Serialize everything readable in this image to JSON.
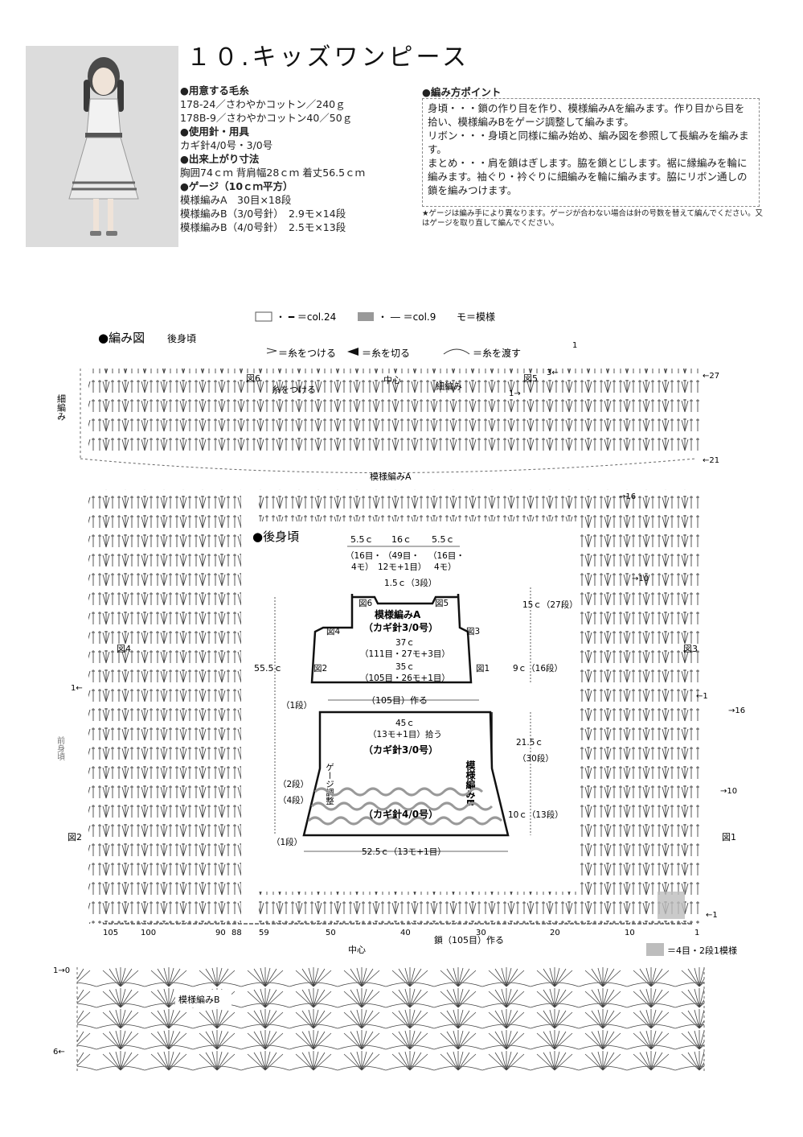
{
  "title": "１０.キッズワンピース",
  "materials": [
    {
      "text": "●用意する毛糸",
      "head": true
    },
    {
      "text": "178-24／さわやかコットン／240ｇ",
      "head": false
    },
    {
      "text": "178B-9／さわやかコットン40／50ｇ",
      "head": false
    },
    {
      "text": "●使用針・用具",
      "head": true
    },
    {
      "text": "カギ針4/0号・3/0号",
      "head": false
    },
    {
      "text": "●出来上がり寸法",
      "head": true
    },
    {
      "text": "胸囲74ｃｍ 背肩幅28ｃｍ 着丈56.5ｃｍ",
      "head": false
    },
    {
      "text": "●ゲージ（10ｃｍ平方）",
      "head": true
    },
    {
      "text": "模様編みA　30目×18段",
      "head": false
    },
    {
      "text": "模様編みB（3/0号針）　2.9モ×14段",
      "head": false
    },
    {
      "text": "模様編みB（4/0号針）　2.5モ×13段",
      "head": false
    }
  ],
  "points_title": "●編み方ポイント",
  "points": [
    "身頃・・・鎖の作り目を作り、模様編みAを編みます。作り目から目を拾い、模様編みBをゲージ調整して編みます。",
    "リボン・・・身頃と同様に編み始め、編み図を参照して長編みを編みます。",
    "まとめ・・・肩を鎖はぎします。脇を鎖とじします。裾に縁編みを輪に編みます。袖ぐり・衿ぐりに細編みを輪に編みます。脇にリボン通しの鎖を編みつけます。"
  ],
  "note": "★ゲージは編み手により異なります。ゲージが合わない場合は針の号数を替えて編んでください。又はゲージを取り直して編んでください。",
  "legend": {
    "col24": "・ ━ ＝col.24",
    "col9": "・ ― ＝col.9",
    "mo": "モ＝模様",
    "attach": "＝糸をつける",
    "cut": "＝糸を切る",
    "pass": "＝糸を渡す"
  },
  "chart": {
    "title": "●編み図",
    "subtitle": "後身頃",
    "hosoami_side": "細編み",
    "center": "中心",
    "hosoami": "細編み",
    "ito_wo_tsukeru": "糸をつける",
    "fig1": "図1",
    "fig2": "図2",
    "fig3": "図3",
    "fig4": "図4",
    "fig5": "図5",
    "fig6": "図6",
    "pattern_a": "模様編みA",
    "pattern_b": "模様編みB",
    "front": "前身頃",
    "chain_label": "鎖（105目）作る",
    "center_bottom": "中心",
    "gray_key": "＝4目・2段1模様",
    "row_labels": [
      "←27",
      "←21",
      "→16",
      "→10",
      "←1",
      "→16",
      "→10",
      "←1",
      "1→0",
      "6←",
      "1",
      "1→",
      "3←",
      "1←",
      "←1"
    ],
    "bottom_numbers": [
      "105",
      "100",
      "90",
      "88",
      "59",
      "50",
      "40",
      "30",
      "20",
      "10",
      "1"
    ]
  },
  "schematic": {
    "title": "●後身頃",
    "top_widths": [
      "5.5ｃ",
      "16ｃ",
      "5.5ｃ"
    ],
    "top_counts": [
      "（16目・",
      "4モ）",
      "（49目・",
      "12モ+1目）",
      "（16目・",
      "4モ）"
    ],
    "neck": "1.5ｃ（3段）",
    "fig6": "図6",
    "fig5": "図5",
    "fig4": "図4",
    "fig3": "図3",
    "fig2": "図2",
    "fig1": "図1",
    "pattern_a": "模様編みA",
    "needle_a": "（カギ針3/0号）",
    "w37": "37ｃ",
    "w37_count": "（111目・27モ+3目）",
    "w35": "35ｃ",
    "w35_count": "（105目・26モ+1目）",
    "chain": "（105目）作る",
    "h15": "15ｃ（27段）",
    "h9": "9ｃ（16段）",
    "h55": "55.5ｃ",
    "row1": "（1段）",
    "w45": "45ｃ",
    "pick": "（13モ+1目）拾う",
    "needle_b3": "（カギ針3/0号）",
    "h21": "21.5ｃ",
    "h21rows": "（30段）",
    "gauge_adj": "ゲージ調整",
    "row2": "（2段）",
    "row4": "（4段）",
    "pattern_b": "模様編みB",
    "needle_b4": "（カギ針4/0号）",
    "h10": "10ｃ（13段）",
    "row1b": "（1段）",
    "w52": "52.5ｃ（13モ+1目）"
  }
}
